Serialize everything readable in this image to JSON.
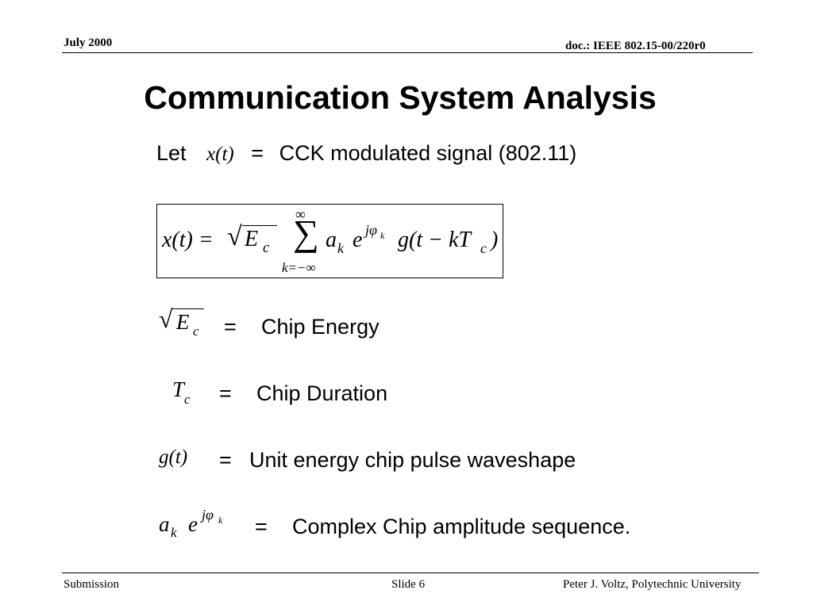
{
  "header": {
    "date": "July 2000",
    "doc_id": "doc.: IEEE 802.15-00/220r0"
  },
  "title": "Communication System Analysis",
  "intro": {
    "let": "Let",
    "symbol": "x(t)",
    "equals": "=",
    "description": "CCK modulated signal  (802.11)"
  },
  "equation": {
    "lhs": "x(t) =",
    "sqrt_symbol": "E",
    "sqrt_sub": "c",
    "sum_upper": "∞",
    "sum_lower": "k=−∞",
    "sum_sign": "∑",
    "term_a": "a",
    "term_a_sub": "k",
    "term_e": "e",
    "exponent": "jφ",
    "exponent_sub": "k",
    "term_g": "g(t − kT",
    "term_g_sub": "c",
    "term_g_close": ")"
  },
  "definitions": [
    {
      "symbol": "E",
      "sub": "c",
      "equals": "=",
      "text": "Chip Energy"
    },
    {
      "symbol": "T",
      "sub": "c",
      "equals": "=",
      "text": "Chip Duration"
    },
    {
      "symbol": "g(t)",
      "equals": "=",
      "text": "Unit energy chip pulse waveshape"
    },
    {
      "symbol": "a",
      "sub": "k",
      "e": "e",
      "exp": "jφ",
      "exp_sub": "k",
      "equals": "=",
      "text": "Complex Chip amplitude sequence."
    }
  ],
  "footer": {
    "left": "Submission",
    "center": "Slide 6",
    "right": "Peter J. Voltz, Polytechnic University"
  }
}
